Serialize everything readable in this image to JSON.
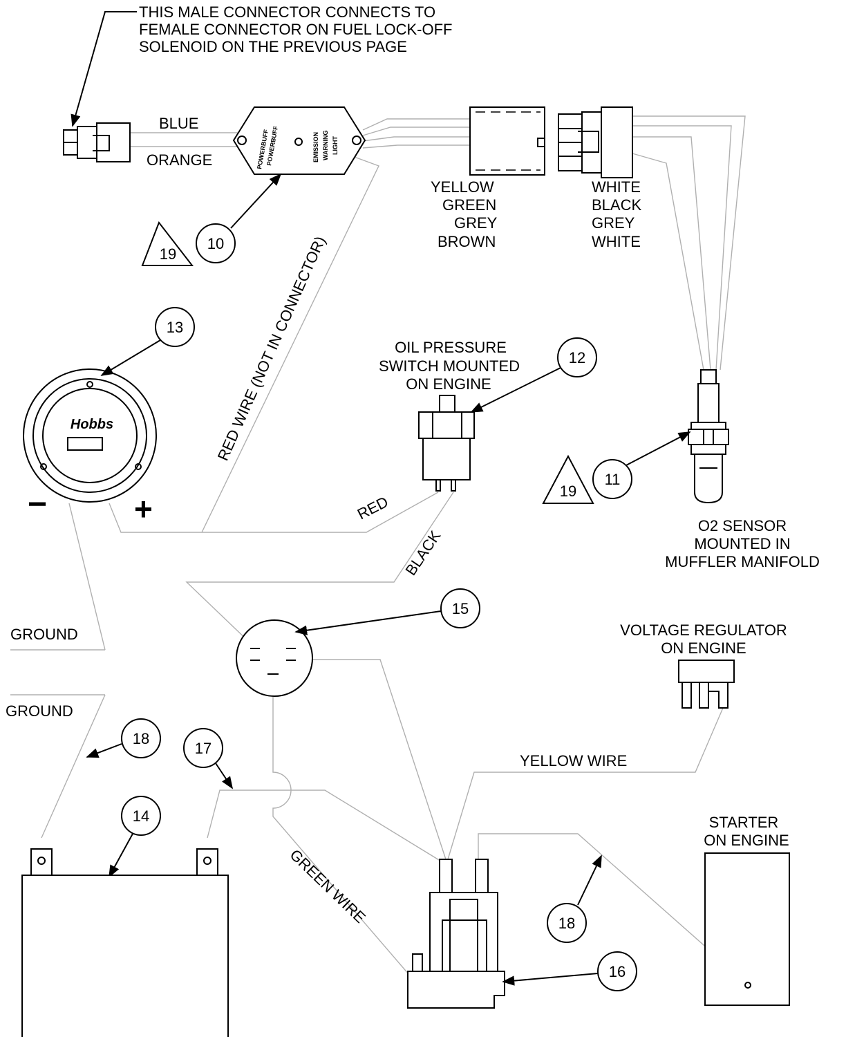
{
  "note_lines": [
    "THIS MALE CONNECTOR CONNECTS TO",
    "FEMALE CONNECTOR ON FUEL LOCK-OFF",
    "SOLENOID ON THE PREVIOUS PAGE"
  ],
  "wires": {
    "blue": "BLUE",
    "orange": "ORANGE",
    "red_not_in_connector": "RED WIRE (NOT IN CONNECTOR)",
    "red": "RED",
    "black": "BLACK",
    "yellow_wire": "YELLOW WIRE",
    "green_wire": "GREEN WIRE",
    "ground_1": "GROUND",
    "ground_2": "GROUND"
  },
  "color_lists": {
    "left": [
      "YELLOW",
      "GREEN",
      "GREY",
      "BROWN"
    ],
    "right": [
      "WHITE",
      "BLACK",
      "GREY",
      "WHITE"
    ]
  },
  "module_text": {
    "brand_1": "POWERBUFF",
    "brand_2": "POWERBUFF",
    "warn_1": "EMISSION",
    "warn_2": "WARNING",
    "warn_3": "LIGHT"
  },
  "components": {
    "oil_pressure": [
      "OIL PRESSURE",
      "SWITCH MOUNTED",
      "ON ENGINE"
    ],
    "o2_sensor": [
      "O2 SENSOR",
      "MOUNTED IN",
      "MUFFLER MANIFOLD"
    ],
    "voltage_regulator": [
      "VOLTAGE REGULATOR",
      "ON ENGINE"
    ],
    "starter": [
      "STARTER",
      "ON ENGINE"
    ],
    "hobbs_brand": "Hobbs",
    "hobbs_minus": "−",
    "hobbs_plus": "+"
  },
  "callouts": {
    "c10": "10",
    "c11": "11",
    "c12": "12",
    "c13": "13",
    "c14": "14",
    "c15": "15",
    "c16": "16",
    "c17": "17",
    "c18a": "18",
    "c18b": "18",
    "t19a": "19",
    "t19b": "19"
  }
}
